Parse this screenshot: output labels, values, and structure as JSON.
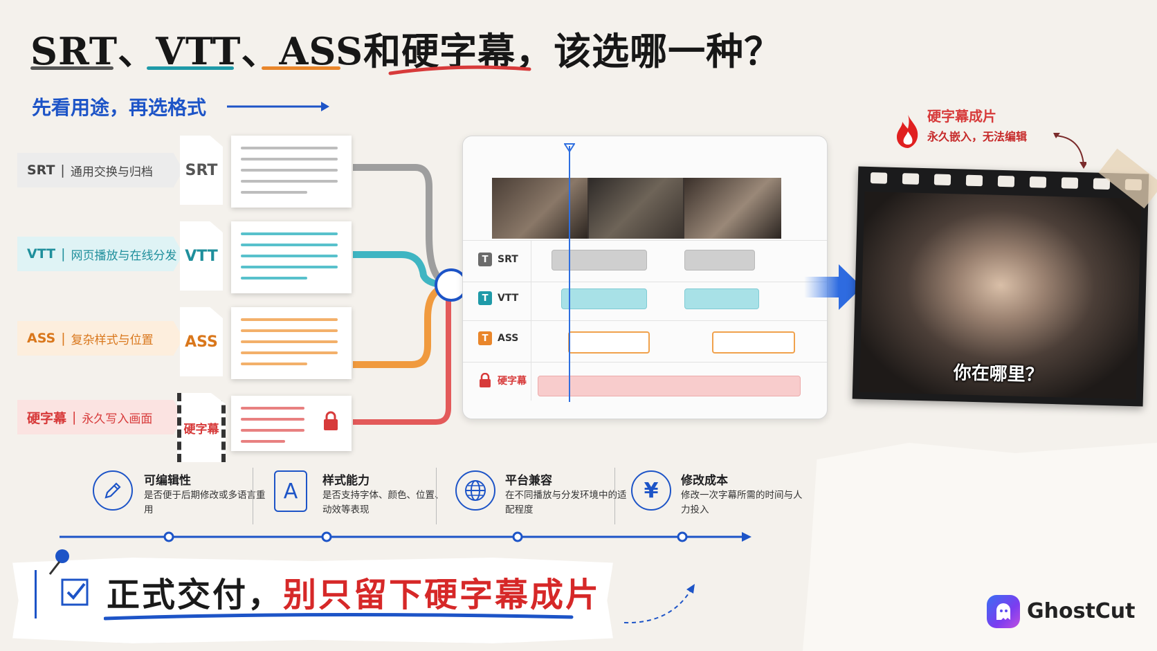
{
  "title": {
    "part1": "SRT、VTT、ASS",
    "part2": "和硬字幕，该选哪一种？",
    "subtitle": "先看用途，再选格式"
  },
  "formats": [
    {
      "name": "SRT",
      "desc": "通用交换与归档",
      "file_label": "SRT",
      "color": "#6b6b6b"
    },
    {
      "name": "VTT",
      "desc": "网页播放与在线分发",
      "file_label": "VTT",
      "color": "#1f9aa8"
    },
    {
      "name": "ASS",
      "desc": "复杂样式与位置",
      "file_label": "ASS",
      "color": "#e9862b"
    },
    {
      "name": "硬字幕",
      "desc": "永久写入画面",
      "file_label": "硬字幕",
      "color": "#d73a3a"
    }
  ],
  "tracks": [
    {
      "badge": "T",
      "label": "SRT",
      "color": "#6b6b6b"
    },
    {
      "badge": "T",
      "label": "VTT",
      "color": "#1f9aa8"
    },
    {
      "badge": "T",
      "label": "ASS",
      "color": "#e9862b"
    },
    {
      "badge": "lock",
      "label": "硬字幕",
      "color": "#d73a3a"
    }
  ],
  "output": {
    "title": "硬字幕成片",
    "desc": "永久嵌入，无法编辑",
    "caption": "你在哪里？"
  },
  "criteria": [
    {
      "icon": "pencil-icon",
      "title": "可编辑性",
      "desc": "是否便于后期修改或多语言重用"
    },
    {
      "icon": "font-a-icon",
      "title": "样式能力",
      "desc": "是否支持字体、颜色、位置、动效等表现"
    },
    {
      "icon": "globe-icon",
      "title": "平台兼容",
      "desc": "在不同播放与分发环境中的适配程度"
    },
    {
      "icon": "yen-icon",
      "title": "修改成本",
      "desc": "修改一次字幕所需的时间与人力投入"
    }
  ],
  "banner": {
    "lead": "正式交付，",
    "highlight": "别只留下硬字幕成片"
  },
  "brand": {
    "name": "GhostCut"
  },
  "colors": {
    "blue": "#1d54c7",
    "red": "#d73a3a"
  }
}
